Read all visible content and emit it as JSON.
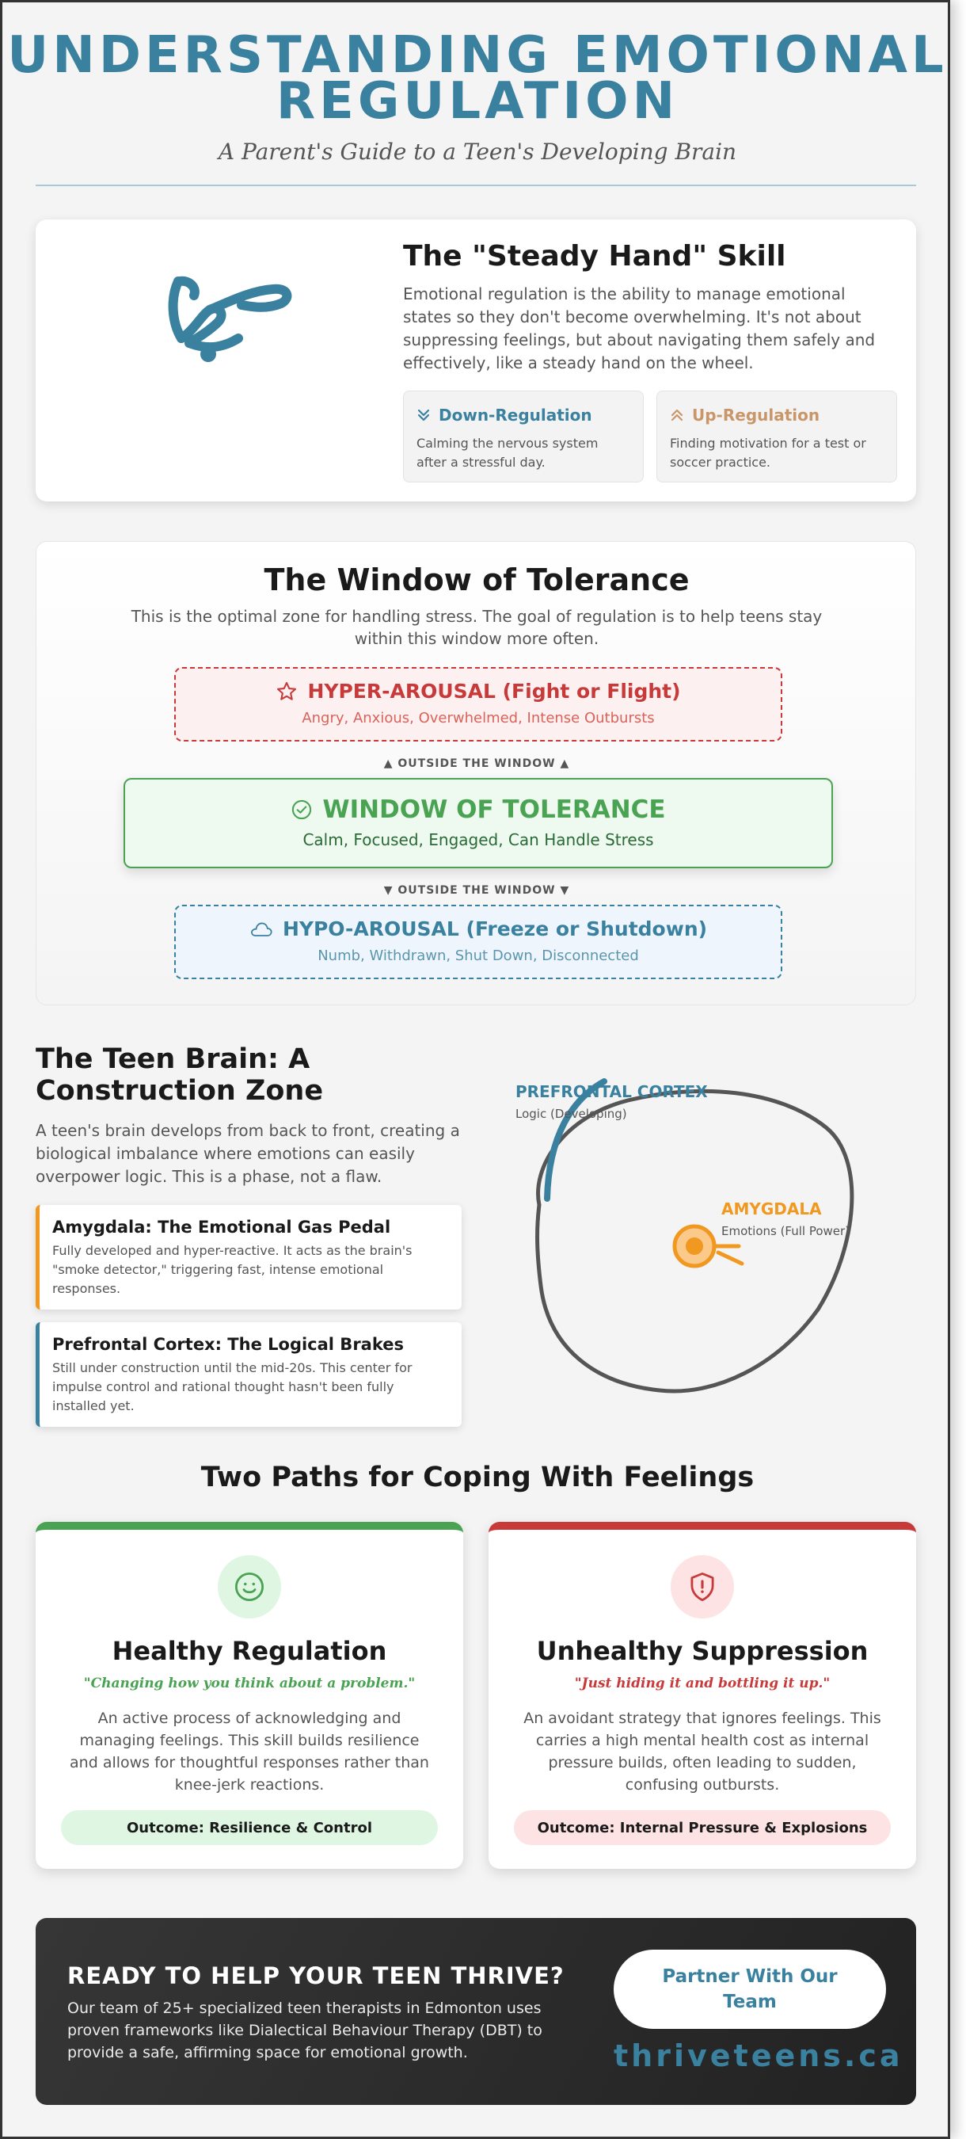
{
  "header": {
    "title": "UNDERSTANDING EMOTIONAL REGULATION",
    "subtitle": "A Parent's Guide to a Teen's Developing Brain"
  },
  "skill": {
    "title": "The \"Steady Hand\" Skill",
    "description": "Emotional regulation is the ability to manage emotional states so they don't become overwhelming. It's not about suppressing feelings, but about navigating them safely and effectively, like a steady hand on the wheel.",
    "down": {
      "label": "Down-Regulation",
      "desc": "Calming the nervous system after a stressful day.",
      "icon": "double-chevron-down-icon"
    },
    "up": {
      "label": "Up-Regulation",
      "desc": "Finding motivation for a test or soccer practice.",
      "icon": "double-chevron-up-icon"
    }
  },
  "window": {
    "title": "The Window of Tolerance",
    "intro": "This is the optimal zone for handling stress. The goal of regulation is to help teens stay within this window more often.",
    "hyper": {
      "title": "HYPER-AROUSAL (Fight or Flight)",
      "desc": "Angry, Anxious, Overwhelmed, Intense Outbursts",
      "icon": "star-icon"
    },
    "outside_up": "▲ OUTSIDE THE WINDOW ▲",
    "tolerance": {
      "title": "WINDOW OF TOLERANCE",
      "desc": "Calm, Focused, Engaged, Can Handle Stress",
      "icon": "check-circle-icon"
    },
    "outside_down": "▼ OUTSIDE THE WINDOW ▼",
    "hypo": {
      "title": "HYPO-AROUSAL (Freeze or Shutdown)",
      "desc": "Numb, Withdrawn, Shut Down, Disconnected",
      "icon": "cloud-icon"
    }
  },
  "brain": {
    "title": "The Teen Brain: A Construction Zone",
    "intro": "A teen's brain develops from back to front, creating a biological imbalance where emotions can easily overpower logic. This is a phase, not a flaw.",
    "amygdala_card": {
      "title": "Amygdala: The Emotional Gas Pedal",
      "desc": "Fully developed and hyper-reactive. It acts as the brain's \"smoke detector,\" triggering fast, intense emotional responses."
    },
    "pfc_card": {
      "title": "Prefrontal Cortex: The Logical Brakes",
      "desc": "Still under construction until the mid-20s. This center for impulse control and rational thought hasn't been fully installed yet."
    },
    "diagram": {
      "pfc_label": "PREFRONTAL CORTEX",
      "pfc_sub": "Logic (Developing)",
      "amyg_label": "AMYGDALA",
      "amyg_sub": "Emotions (Full Power)"
    }
  },
  "paths": {
    "title": "Two Paths for Coping With Feelings",
    "healthy": {
      "title": "Healthy Regulation",
      "quote": "\"Changing how you think about a problem.\"",
      "desc": "An active process of acknowledging and managing feelings. This skill builds resilience and allows for thoughtful responses rather than knee-jerk reactions.",
      "outcome": "Outcome: Resilience & Control",
      "icon": "smile-icon"
    },
    "unhealthy": {
      "title": "Unhealthy Suppression",
      "quote": "\"Just hiding it and bottling it up.\"",
      "desc": "An avoidant strategy that ignores feelings. This carries a high mental health cost as internal pressure builds, often leading to sudden, confusing outbursts.",
      "outcome": "Outcome: Internal Pressure & Explosions",
      "icon": "shield-alert-icon"
    }
  },
  "cta": {
    "title": "READY TO HELP YOUR TEEN THRIVE?",
    "text": "Our team of 25+ specialized teen therapists in Edmonton uses proven frameworks like Dialectical Behaviour Therapy (DBT) to provide a safe, affirming space for emotional growth.",
    "button": "Partner With Our Team",
    "site": "thriveteens.ca"
  },
  "colors": {
    "accent": "#3a81a0",
    "hyper": "#c83a3a",
    "tolerance": "#4aa352",
    "amygdala": "#f0981f",
    "up_regulation": "#c9966a"
  }
}
